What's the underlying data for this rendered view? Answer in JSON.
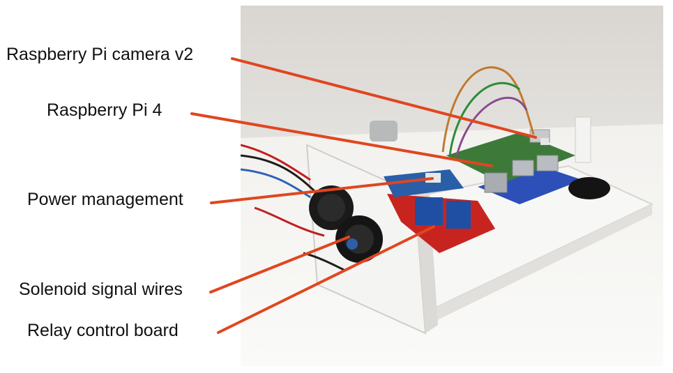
{
  "labels": [
    {
      "id": "camera",
      "text": "Raspberry Pi camera v2"
    },
    {
      "id": "pi",
      "text": "Raspberry Pi 4"
    },
    {
      "id": "power",
      "text": "Power management"
    },
    {
      "id": "solenoid",
      "text": "Solenoid signal wires"
    },
    {
      "id": "relay",
      "text": "Relay control board"
    }
  ],
  "colors": {
    "arrow": "#e0461f",
    "text": "#111111",
    "background": "#ffffff"
  }
}
